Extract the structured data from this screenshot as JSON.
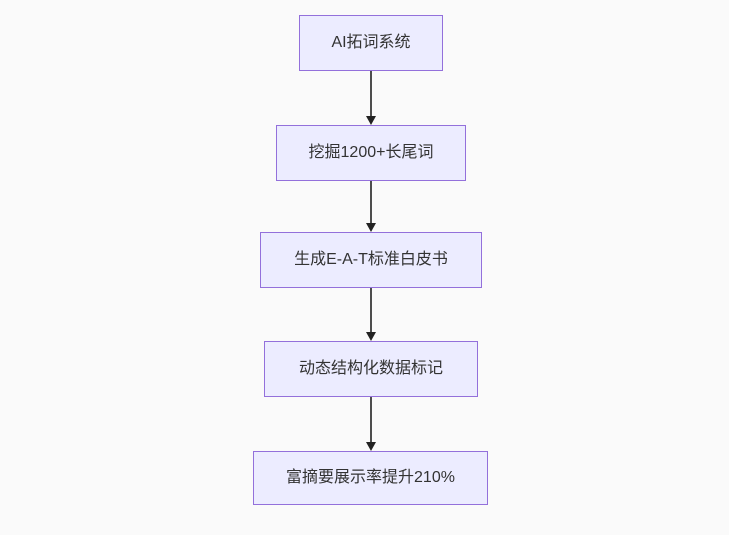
{
  "diagram": {
    "type": "flowchart",
    "direction": "top-down",
    "nodes": [
      {
        "id": "A",
        "label": "AI拓词系统"
      },
      {
        "id": "B",
        "label": "挖掘1200+长尾词"
      },
      {
        "id": "C",
        "label": "生成E-A-T标准白皮书"
      },
      {
        "id": "D",
        "label": "动态结构化数据标记"
      },
      {
        "id": "E",
        "label": "富摘要展示率提升210%"
      }
    ],
    "edges": [
      {
        "from": "A",
        "to": "B"
      },
      {
        "from": "B",
        "to": "C"
      },
      {
        "from": "C",
        "to": "D"
      },
      {
        "from": "D",
        "to": "E"
      }
    ],
    "colors": {
      "node_fill": "#ECECFF",
      "node_border": "#9370DB",
      "edge_line": "#4d4d4d",
      "arrowhead": "#222222",
      "text": "#333333",
      "background": "#fafafa"
    }
  }
}
